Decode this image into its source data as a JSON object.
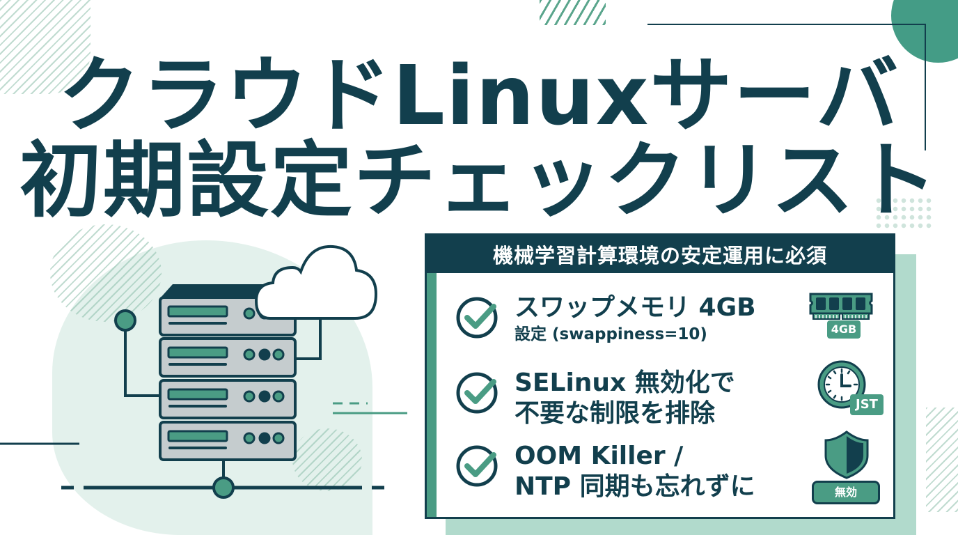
{
  "title": {
    "line1": "クラウドLinuxサーバ",
    "line2": "初期設定チェックリスト"
  },
  "card": {
    "header": "機械学習計算環境の安定運用に必須",
    "items": [
      {
        "main": "スワップメモリ 4GB",
        "sub": "設定 (swappiness=10)",
        "icon": "memory-module-icon",
        "icon_label": "4GB"
      },
      {
        "main": "SELinux 無効化で",
        "sub": "不要な制限を排除",
        "icon": "clock-icon",
        "icon_label": "JST"
      },
      {
        "main": "OOM Killer /",
        "sub": "NTP 同期も忘れずに",
        "icon": "shield-icon",
        "icon_label": "無効"
      }
    ]
  },
  "illustration": {
    "subject": "server-rack-with-cloud",
    "icons": [
      "server-rack-icon",
      "cloud-icon",
      "network-node-icon"
    ]
  },
  "colors": {
    "primary_dark": "#123f4d",
    "accent_green": "#4a9c84",
    "light_mint": "#b1dacc",
    "pale_mint": "#e3f1ec",
    "server_gray": "#c5ccce"
  }
}
